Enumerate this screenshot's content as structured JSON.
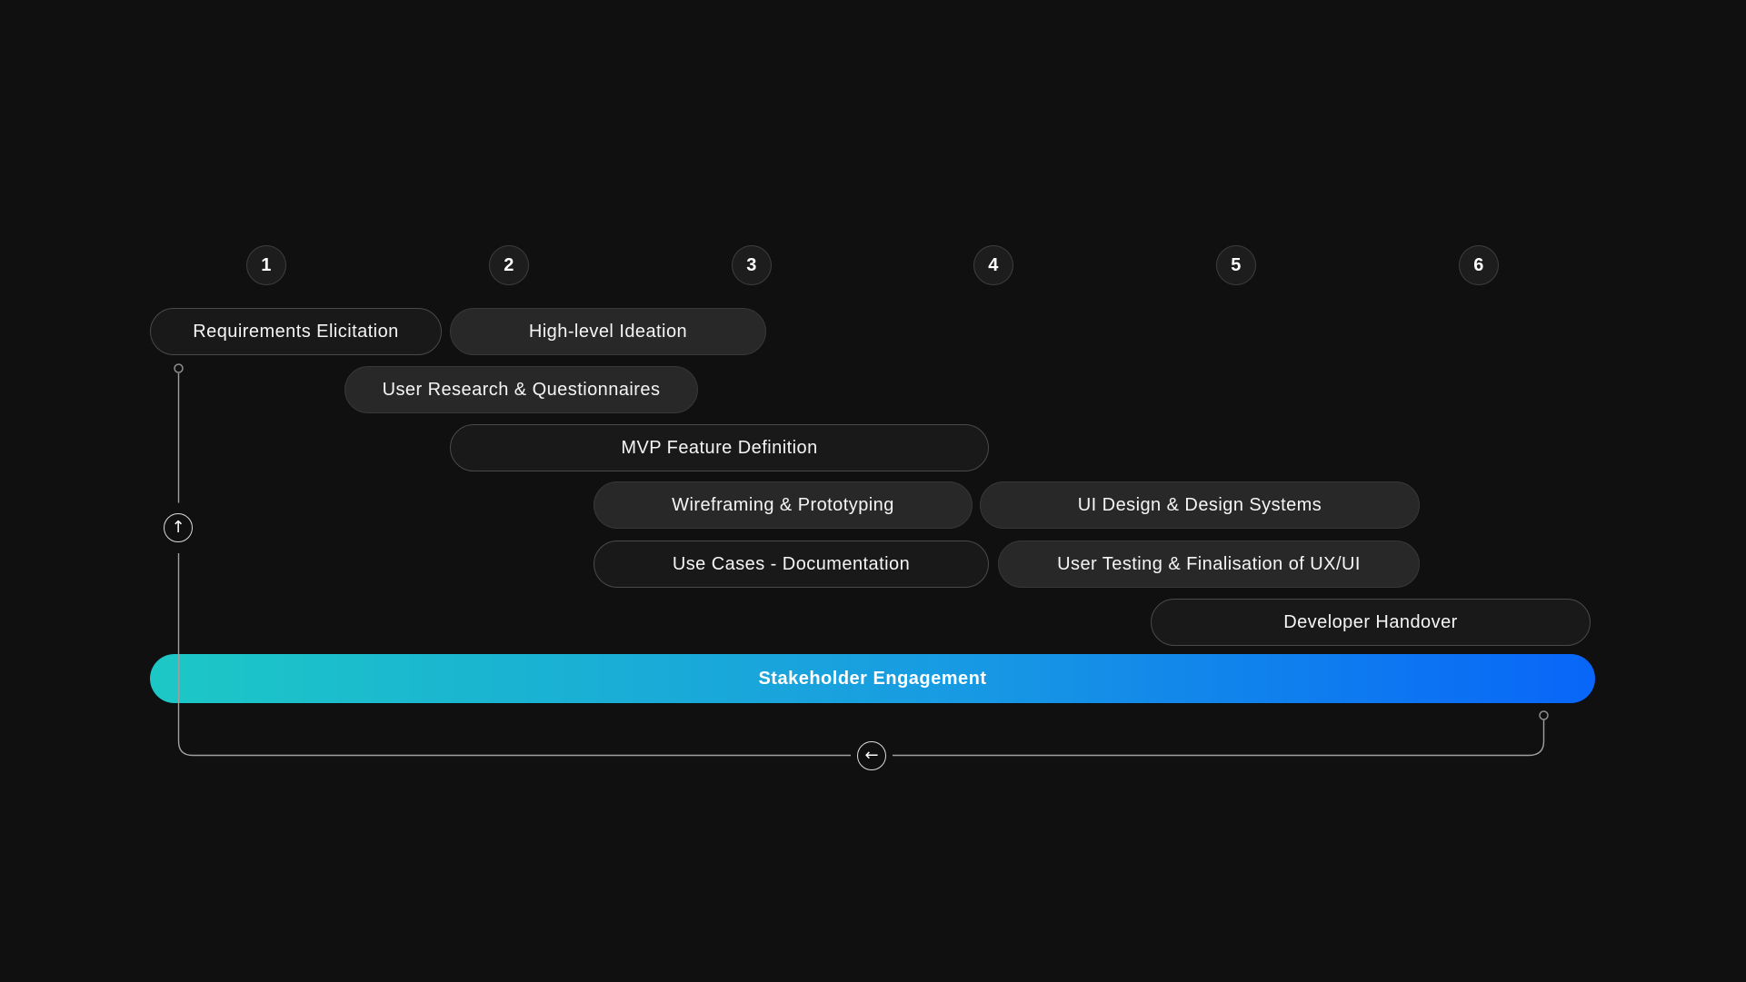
{
  "phases": [
    "1",
    "2",
    "3",
    "4",
    "5",
    "6"
  ],
  "tasks": [
    {
      "label": "Requirements Elicitation",
      "variant": "dark"
    },
    {
      "label": "High-level Ideation",
      "variant": "light"
    },
    {
      "label": "User Research & Questionnaires",
      "variant": "light"
    },
    {
      "label": "MVP Feature Definition",
      "variant": "dark"
    },
    {
      "label": "Wireframing & Prototyping",
      "variant": "light"
    },
    {
      "label": "UI Design & Design Systems",
      "variant": "light"
    },
    {
      "label": "Use Cases - Documentation",
      "variant": "dark"
    },
    {
      "label": "User Testing & Finalisation of UX/UI",
      "variant": "light"
    },
    {
      "label": "Developer Handover",
      "variant": "dark"
    }
  ],
  "banner": {
    "label": "Stakeholder Engagement",
    "gradient_start": "#1CC8C5",
    "gradient_mid": "#189BE2",
    "gradient_end": "#0866F8"
  },
  "icons": {
    "up_arrow": "↑",
    "left_arrow": "←"
  },
  "colors": {
    "background": "#101011",
    "connector_line": "#A0A0A0",
    "pill_dark_bg": "#191919",
    "pill_light_bg": "#282828",
    "text": "#F5F5F5"
  }
}
